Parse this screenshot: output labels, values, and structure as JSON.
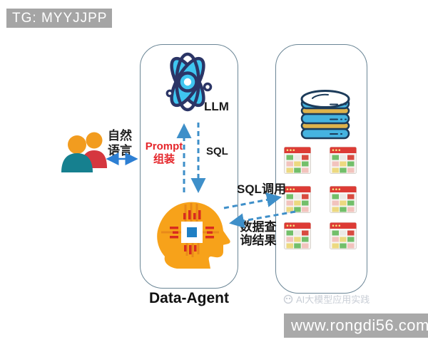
{
  "badge": {
    "label": "TG: MYYJJPP"
  },
  "agent": {
    "llm": "LLM",
    "prompt_line1": "Prompt",
    "prompt_line2": "组装",
    "sql": "SQL",
    "title": "Data-Agent"
  },
  "input": {
    "natural_lang_line1": "自然",
    "natural_lang_line2": "语言"
  },
  "flow": {
    "sql_call": "SQL调用",
    "query_result_line1": "数据查",
    "query_result_line2": "询结果"
  },
  "footer": {
    "watermark": "AI大模型应用实践",
    "site": "www.rongdi56.com"
  },
  "icons": {
    "llm": "atom-icon",
    "agent": "head-chip-icon",
    "users": "people-icon",
    "storage": "database-icon",
    "tables": "table-icon",
    "brand": "brand-logo-icon"
  },
  "colors": {
    "badge_gray": "#a5a5a5",
    "site_bar_gray": "#a9a9a9",
    "panel_border": "#6b8696",
    "dashed_arrow_blue": "#3e8fc9",
    "solid_arrow_blue": "#2d7fd3",
    "prompt_red": "#e5262b",
    "atom_navy": "#2b3566",
    "atom_cyan": "#3fc6f0",
    "head_orange": "#f7a21a",
    "chip_blue": "#1f7fc4",
    "pin_red": "#d92b1f",
    "table_header_red": "#dd3b35",
    "db_blue": "#45b3e0",
    "db_gold": "#dfb34c",
    "person_teal": "#16808f",
    "person_red": "#d5373f",
    "person_head_orange": "#f29c1f"
  }
}
